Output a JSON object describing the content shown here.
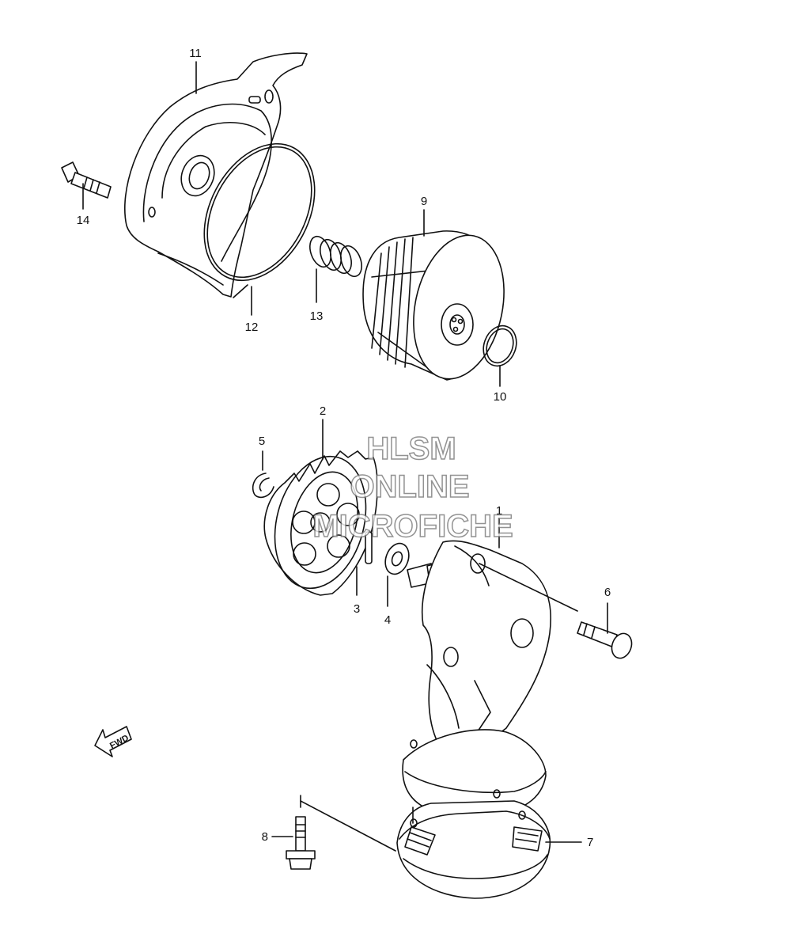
{
  "watermark": {
    "line1": "HLSM",
    "line2": "ONLINE",
    "line3": "MICROFICHE"
  },
  "direction_badge": "FWD",
  "callouts": {
    "p1": "1",
    "p2": "2",
    "p3": "3",
    "p4": "4",
    "p5": "5",
    "p6": "6",
    "p7": "7",
    "p8": "8",
    "p9": "9",
    "p10": "10",
    "p11": "11",
    "p12": "12",
    "p13": "13",
    "p14": "14"
  }
}
